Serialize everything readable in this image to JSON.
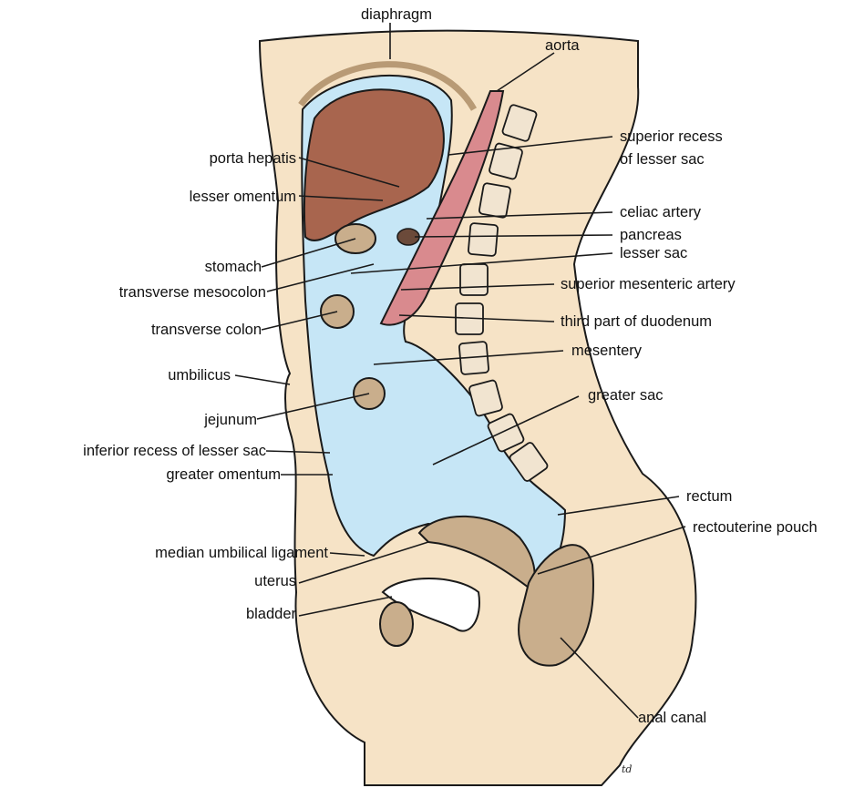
{
  "labels": {
    "diaphragm": "diaphragm",
    "aorta": "aorta",
    "superior_recess_1": "superior recess",
    "superior_recess_2": "of lesser sac",
    "porta_hepatis": "porta hepatis",
    "lesser_omentum": "lesser omentum",
    "celiac_artery": "celiac artery",
    "pancreas": "pancreas",
    "stomach": "stomach",
    "lesser_sac": "lesser sac",
    "transverse_mesocolon": "transverse mesocolon",
    "superior_mesenteric_artery": "superior mesenteric artery",
    "transverse_colon": "transverse colon",
    "third_part_of_duodenum": "third part of duodenum",
    "mesentery": "mesentery",
    "umbilicus": "umbilicus",
    "greater_sac": "greater sac",
    "jejunum": "jejunum",
    "inferior_recess": "inferior recess of lesser sac",
    "greater_omentum": "greater omentum",
    "rectum": "rectum",
    "rectouterine_pouch": "rectouterine pouch",
    "median_umbilical_ligament": "median umbilical ligament",
    "uterus": "uterus",
    "bladder": "bladder",
    "anal_canal": "anal canal"
  },
  "signature": "td",
  "colors": {
    "skin": "#f6e3c6",
    "peritoneal_cavity": "#c6e6f6",
    "liver": "#a8654e",
    "aorta": "#d98a8e",
    "vertebra": "#f1e4d0",
    "organ": "#c9ae8c",
    "outline": "#1a1a1a"
  }
}
